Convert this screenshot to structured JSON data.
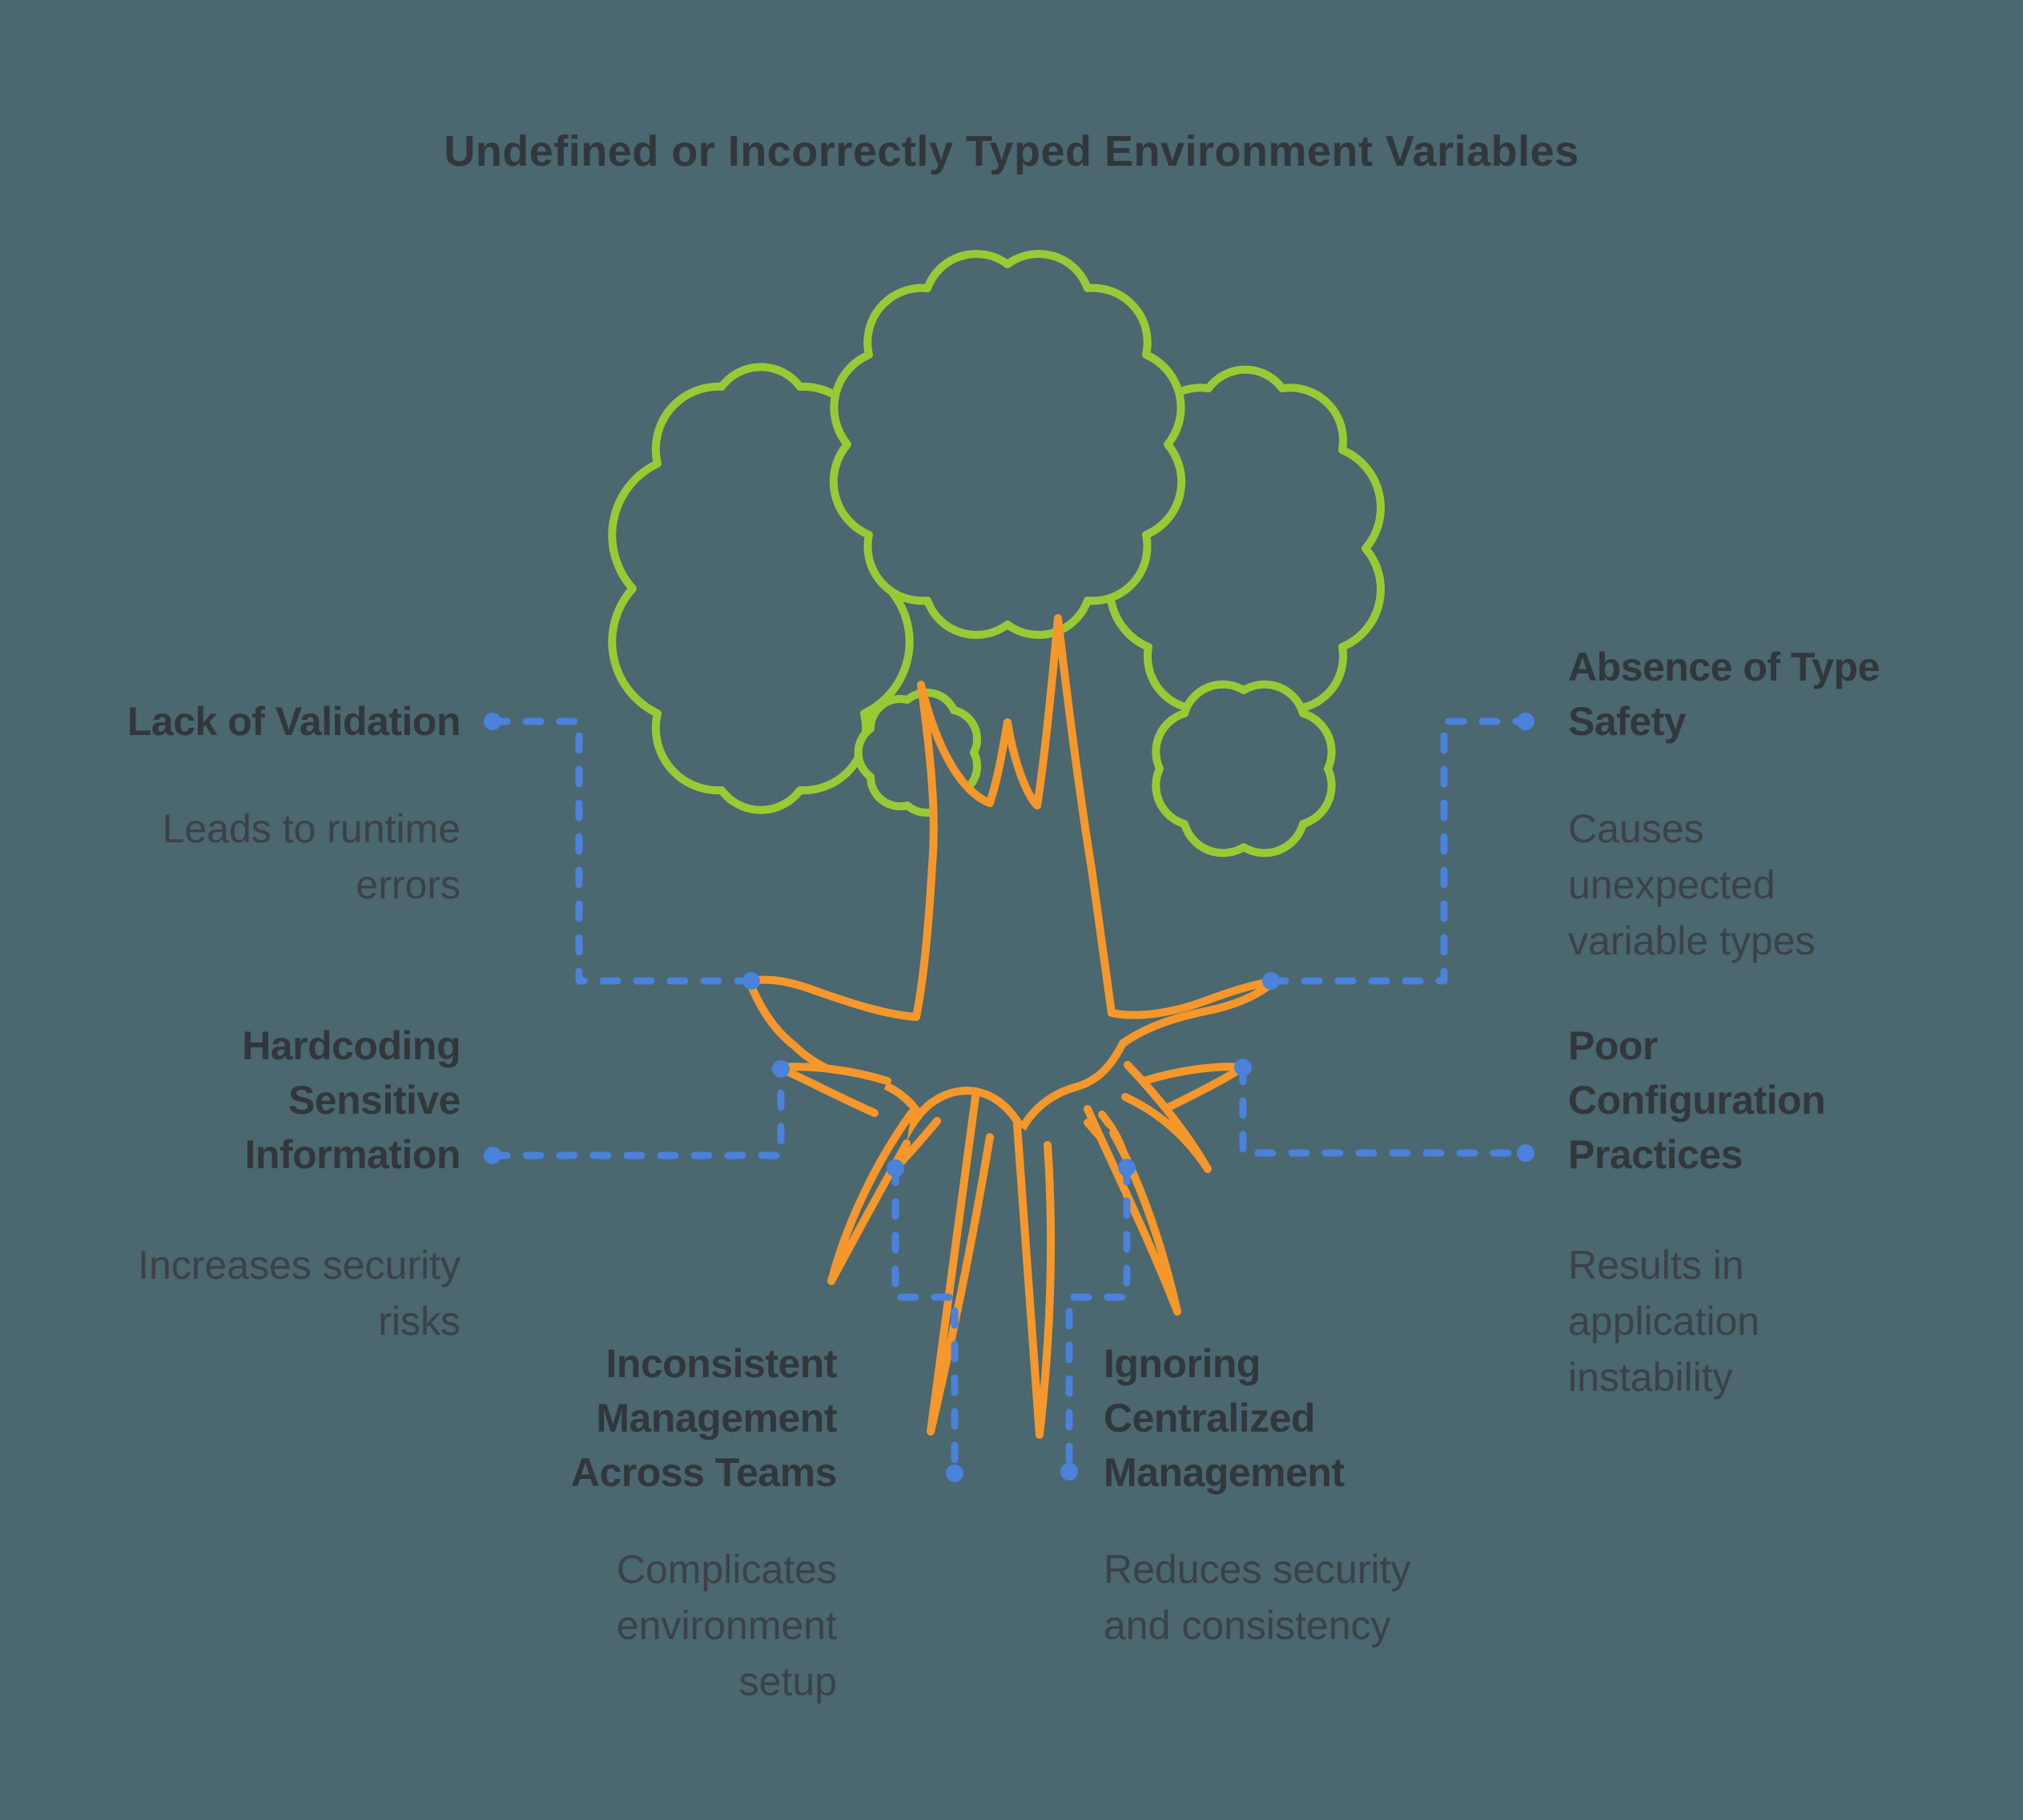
{
  "title": "Undefined or Incorrectly Typed Environment Variables",
  "colors": {
    "background": "#4B6770",
    "canopy_green": "#97CB35",
    "trunk_orange": "#F5972B",
    "connector_blue": "#4A82DC",
    "heading_text": "#32373B",
    "body_text": "#3B4247"
  },
  "illustration": {
    "name": "tree-with-roots",
    "canopy_color_name": "green",
    "trunk_root_color_name": "orange"
  },
  "labels": [
    {
      "id": "lack-of-validation",
      "heading": "Lack of Validation",
      "description": "Leads to runtime\nerrors"
    },
    {
      "id": "absence-of-type-safety",
      "heading": "Absence of Type\nSafety",
      "description": "Causes\nunexpected\nvariable types"
    },
    {
      "id": "hardcoding-sensitive-information",
      "heading": "Hardcoding\nSensitive\nInformation",
      "description": "Increases security\nrisks"
    },
    {
      "id": "poor-configuration-practices",
      "heading": "Poor\nConfiguration\nPractices",
      "description": "Results in\napplication\ninstability"
    },
    {
      "id": "inconsistent-management-across-teams",
      "heading": "Inconsistent\nManagement\nAcross Teams",
      "description": "Complicates\nenvironment\nsetup"
    },
    {
      "id": "ignoring-centralized-management",
      "heading": "Ignoring\nCentralized\nManagement",
      "description": "Reduces security\nand consistency"
    }
  ]
}
